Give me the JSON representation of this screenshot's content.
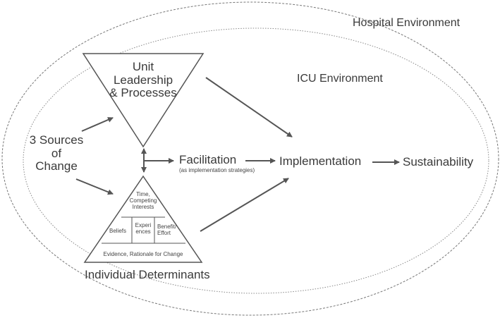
{
  "diagram": {
    "hospital_environment": "Hospital Environment",
    "icu_environment": "ICU Environment",
    "unit_leadership": [
      "Unit",
      "Leadership",
      "& Processes"
    ],
    "sources_of_change": [
      "3 Sources",
      "of",
      "Change"
    ],
    "facilitation": "Facilitation",
    "facilitation_note": "(as implementation strategies)",
    "implementation": "Implementation",
    "sustainability": "Sustainability",
    "individual_determinants": "Individual Determinants",
    "pyramid": {
      "top": [
        "Time,",
        "Competing",
        "Interests"
      ],
      "left": "Beliefs",
      "middle": [
        "Experi",
        "ences"
      ],
      "right": [
        "Benefit/",
        "Effort"
      ],
      "bottom": "Evidence, Rationale for Change"
    }
  },
  "colors": {
    "line": "#555555",
    "text": "#3a3a3a"
  }
}
